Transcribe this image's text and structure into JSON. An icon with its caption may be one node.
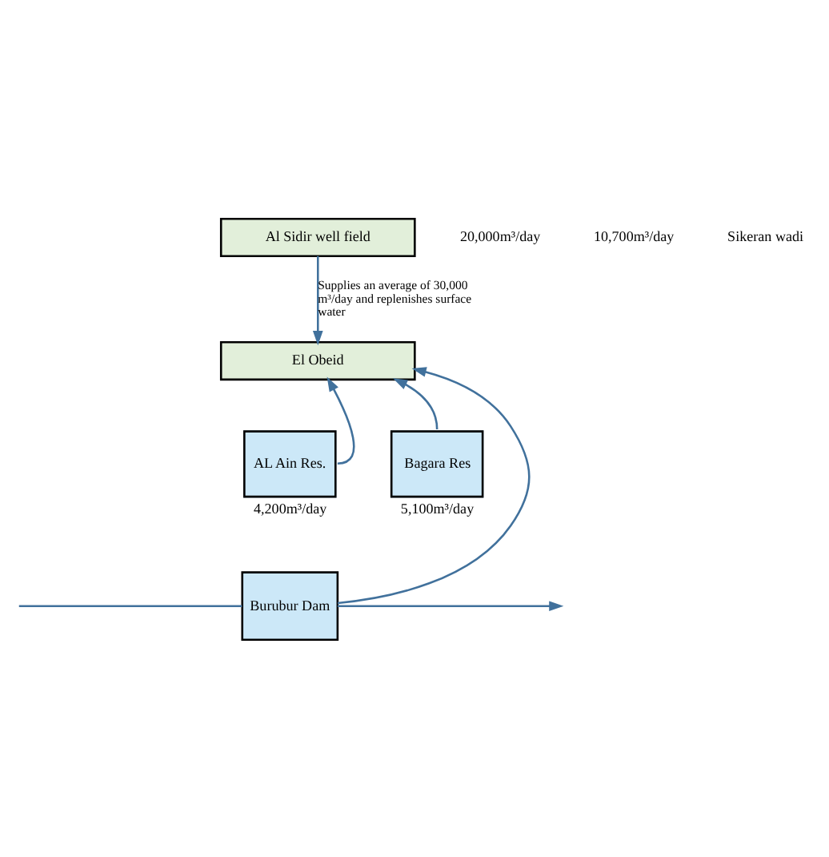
{
  "diagram": {
    "nodes": [
      {
        "text": [
          "Al Sidir well field"
        ]
      },
      {
        "text": [
          "El Obeid"
        ]
      },
      {
        "text": [
          "AL Ain Res."
        ],
        "beside": [
          "4,200m³/day"
        ]
      },
      {
        "text": [
          "Bagara Res"
        ],
        "beside": [
          "5,100m³/day"
        ]
      },
      {
        "text": [
          "Burubur Dam"
        ]
      }
    ],
    "edges": [
      {
        "from": 0,
        "to": 1,
        "arrow": "to",
        "label": "Supplies an average of 30,000 m³/day and replenishes surface water"
      },
      {
        "from": 2,
        "to": 1,
        "arrow": "to"
      },
      {
        "from": 3,
        "to": 1,
        "arrow": "to"
      },
      {
        "from": 4,
        "to": 1,
        "arrow": "to"
      },
      {
        "from": null,
        "to": 4,
        "arrow": "none"
      },
      {
        "from": 4,
        "to": null,
        "arrow": "to"
      }
    ],
    "labels": [
      "20,000m³/day",
      "10,700m³/day",
      "Sikeran wadi"
    ]
  }
}
